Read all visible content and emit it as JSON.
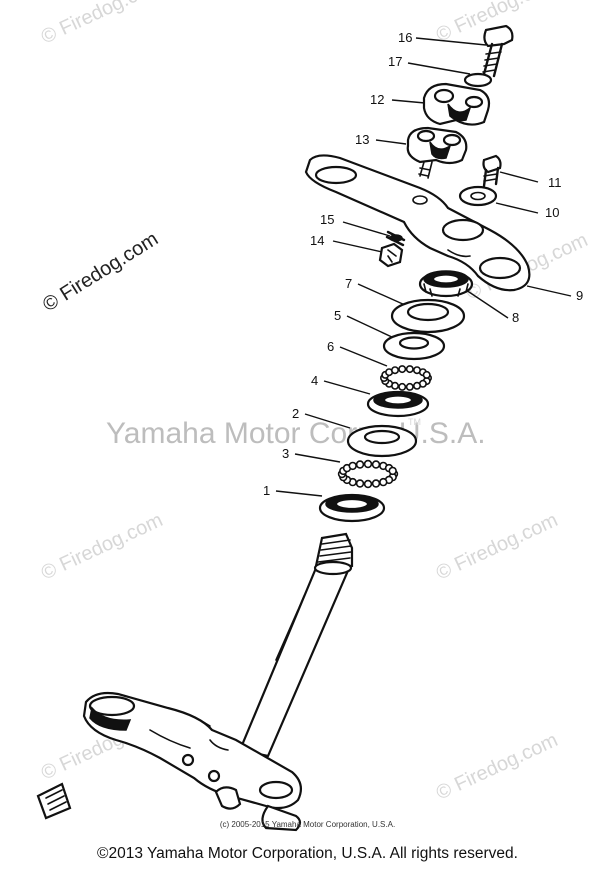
{
  "watermarks": {
    "firedog": "© Firedog.com",
    "yamaha": "Yamaha Motor Corp., U.S.A.",
    "tm": "TM"
  },
  "callouts": [
    "16",
    "17",
    "12",
    "13",
    "11",
    "10",
    "15",
    "14",
    "9",
    "7",
    "8",
    "5",
    "6",
    "4",
    "2",
    "3",
    "1"
  ],
  "small_copyright": "(c) 2005-2015 Yamaha Motor Corporation, U.S.A.",
  "footer_copyright": "©2013 Yamaha Motor Corporation, U.S.A. All rights reserved."
}
